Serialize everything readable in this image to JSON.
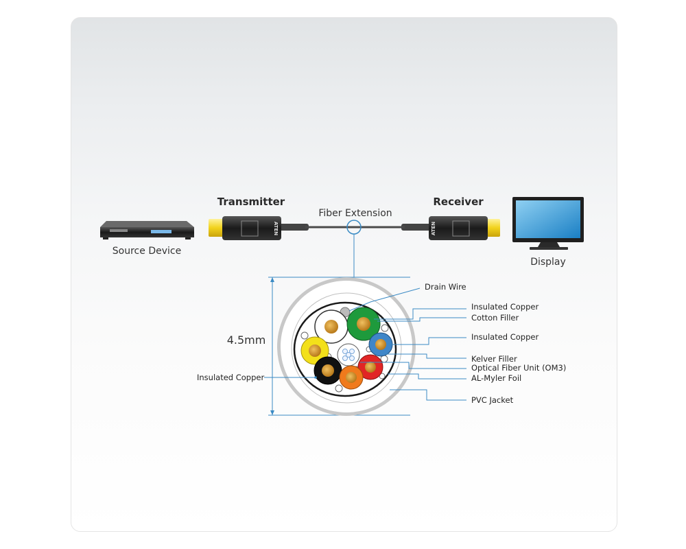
{
  "devices": {
    "transmitter": "Transmitter",
    "receiver": "Receiver",
    "fiber_extension": "Fiber Extension",
    "source": "Source Device",
    "display": "Display"
  },
  "cable": {
    "diameter": "4.5mm",
    "labels": {
      "drain_wire": "Drain Wire",
      "insulated_copper_1": "Insulated Copper",
      "cotton_filler": "Cotton Filler",
      "insulated_copper_2": "Insulated Copper",
      "kelver_filler": "Kelver Filler",
      "optical_fiber": "Optical Fiber Unit (OM3)",
      "al_myler": "AL-Myler  Foil",
      "pvc_jacket": "PVC Jacket",
      "insulated_copper_left": "Insulated Copper"
    }
  },
  "connector": {
    "brand": "ATEN"
  },
  "colors": {
    "leader": "#3a8ac4",
    "hdmi_gold": "#f2d21c",
    "green": "#1e9a3c",
    "yellow": "#f3e01a",
    "blue": "#3f86c8",
    "red": "#e12525",
    "orange": "#f07a1c",
    "black": "#111111"
  }
}
